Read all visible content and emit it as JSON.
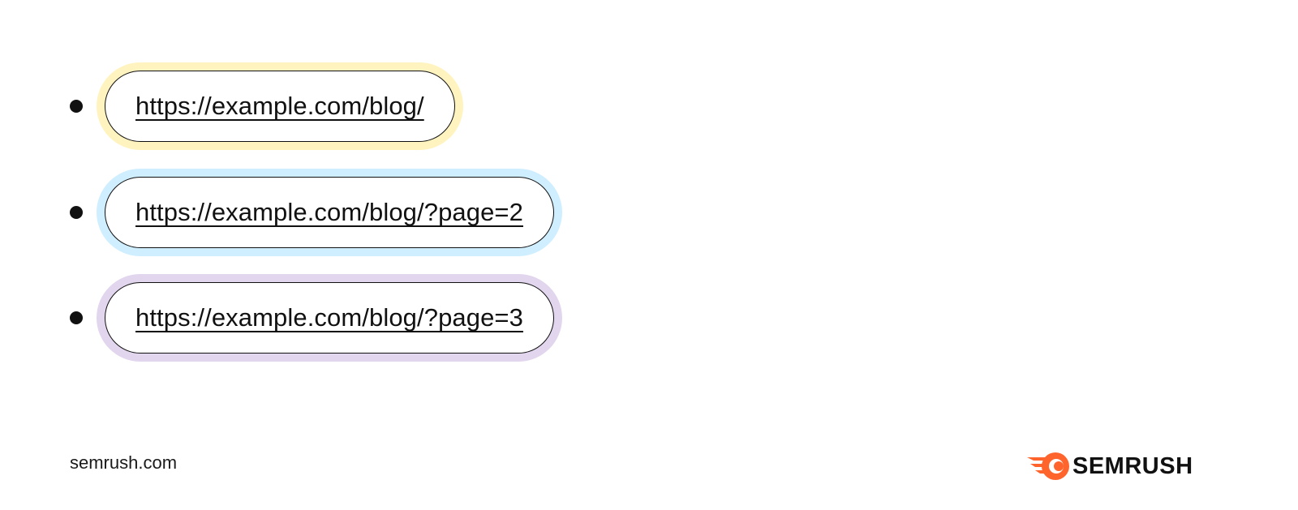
{
  "urls": [
    {
      "text": "https://example.com/blog/",
      "halo_color": "#FFF3BF"
    },
    {
      "text": "https://example.com/blog/?page=2",
      "halo_color": "#CFEEFF"
    },
    {
      "text": "https://example.com/blog/?page=3",
      "halo_color": "#E2D5EE"
    }
  ],
  "footer": {
    "domain": "semrush.com"
  },
  "brand": {
    "name": "SEMRUSH",
    "logo_icon": "semrush-flame-icon",
    "accent_color": "#FF642D"
  }
}
